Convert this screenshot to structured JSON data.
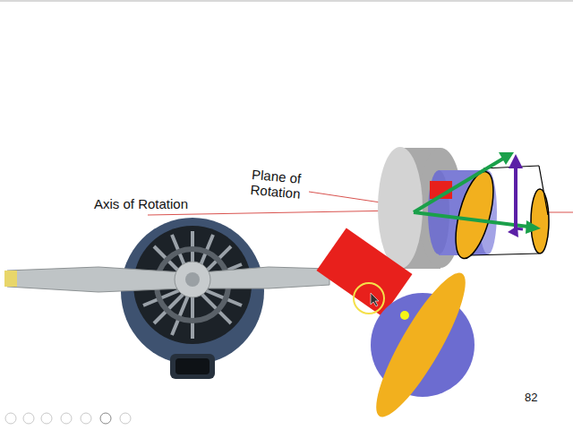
{
  "diagram": {
    "labels": [
      "Plane of Rotation",
      "Axis of Rotation",
      "82"
    ]
  }
}
